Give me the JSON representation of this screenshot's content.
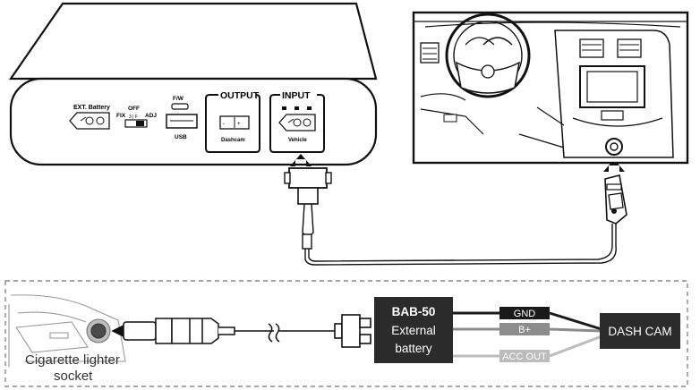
{
  "device": {
    "ext_battery_label": "EXT. Battery",
    "switch_off": "OFF",
    "switch_fix": "FIX",
    "switch_adj": "ADJ",
    "switch_scale": "3 | F",
    "fw_label": "F/W",
    "usb_label": "USB",
    "output_label": "OUTPUT",
    "output_port_label": "Dashcam",
    "input_label": "INPUT",
    "input_port_label": "Vehicle"
  },
  "wiring": {
    "socket_label_line1": "Cigarette lighter",
    "socket_label_line2": "socket",
    "battery_line1": "BAB-50",
    "battery_line2": "External",
    "battery_line3": "battery",
    "wire_gnd": "GND",
    "wire_bplus": "B+",
    "wire_acc": "ACC OUT",
    "dashcam_label": "DASH CAM"
  },
  "colors": {
    "dark_box": "#2b2b2b",
    "gnd_wire": "#1a1a1a",
    "bplus_wire": "#8c8c8c",
    "acc_wire": "#bcbcbc"
  }
}
